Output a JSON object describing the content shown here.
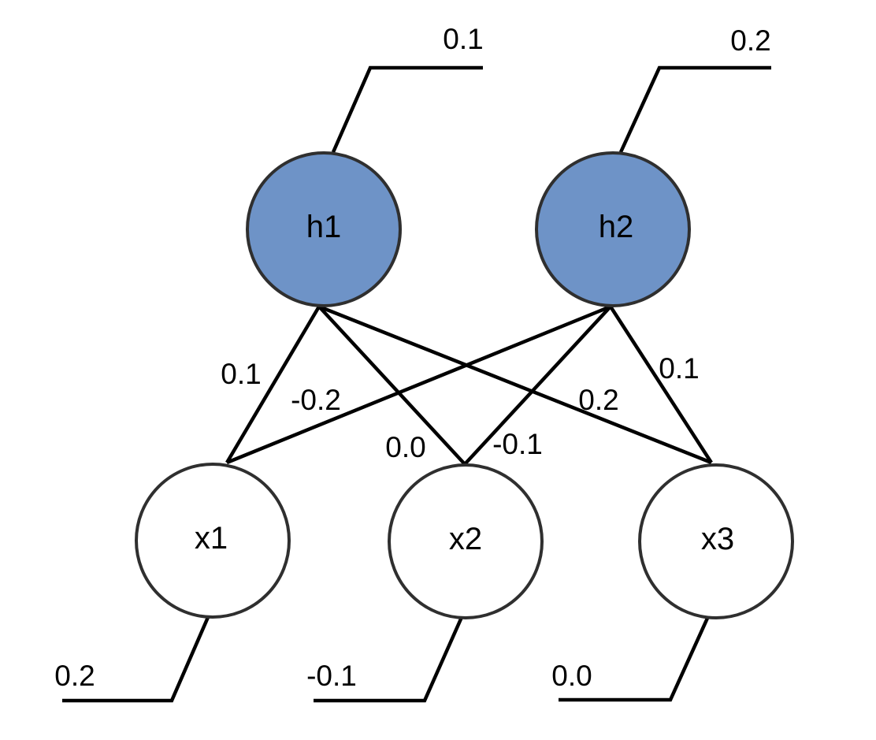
{
  "diagram": {
    "type": "neural-network",
    "description": "Two-layer neural network: hidden nodes h1, h2 (blue) fully connected to input nodes x1, x2, x3 (white), with bias/value flags",
    "nodes": {
      "h1": {
        "label": "h1",
        "bias": "0.1"
      },
      "h2": {
        "label": "h2",
        "bias": "0.2"
      },
      "x1": {
        "label": "x1",
        "value": "0.2"
      },
      "x2": {
        "label": "x2",
        "value": "-0.1"
      },
      "x3": {
        "label": "x3",
        "value": "0.0"
      }
    },
    "weights": {
      "h1_x1": "0.1",
      "h2_x1": "-0.2",
      "h1_x2": "0.0",
      "h2_x2": "-0.1",
      "h1_x3": "0.2",
      "h2_x3": "0.1"
    },
    "colors": {
      "hidden_fill": "#6E93C7",
      "input_fill": "#FFFFFF",
      "node_stroke": "#2F2F2F",
      "line": "#000000",
      "background": "#FFFFFF"
    }
  }
}
